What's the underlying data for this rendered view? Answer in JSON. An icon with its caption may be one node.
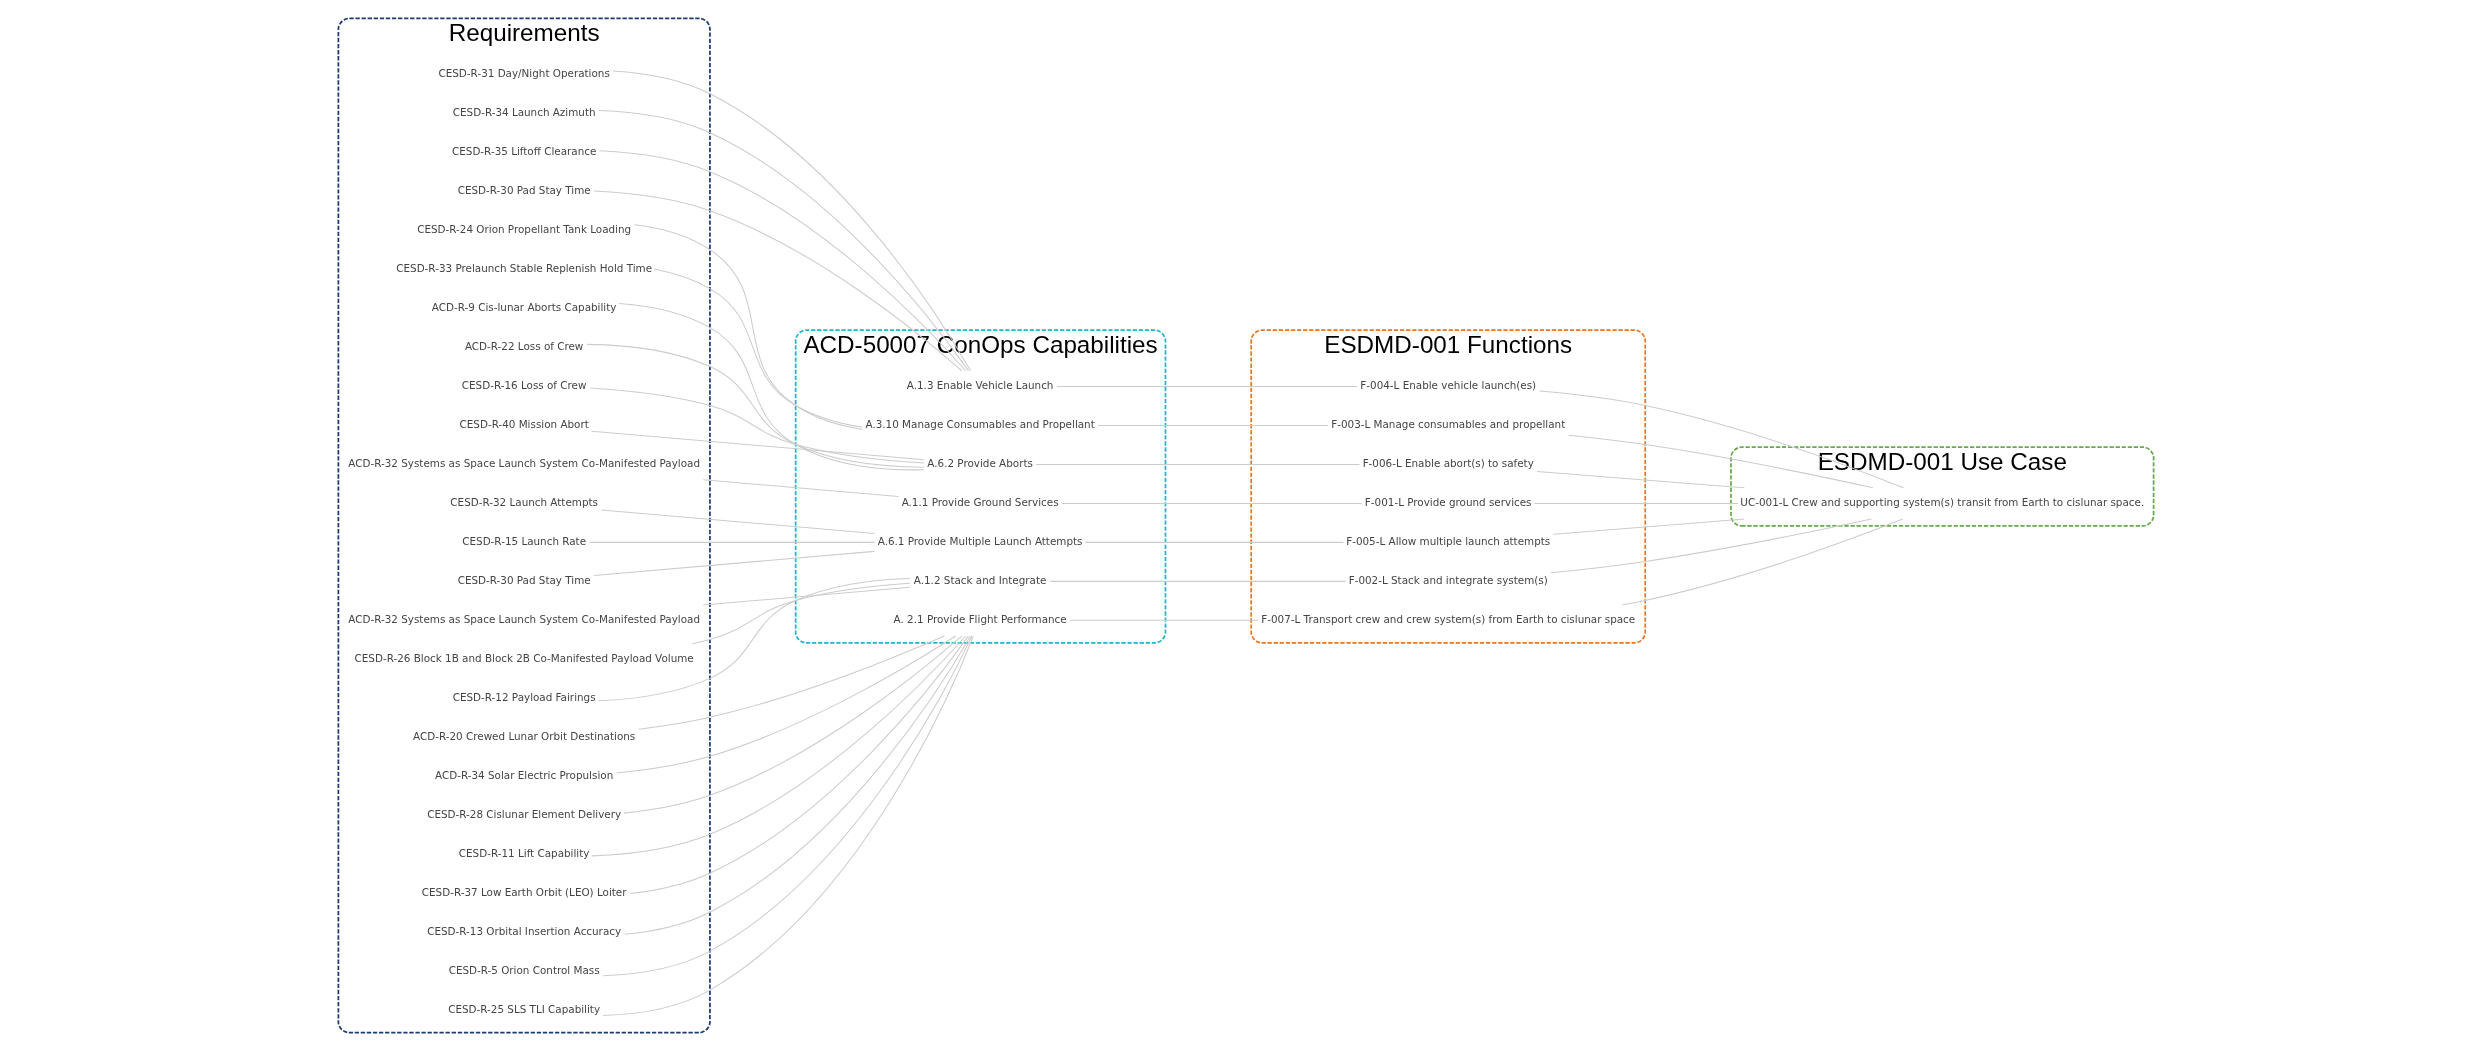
{
  "diagram": {
    "nodes": [
      {
        "text": [
          "Requirements"
        ]
      },
      {
        "text": [
          "ACD-50007 ConOps Capabilities"
        ]
      },
      {
        "text": [
          "ESDMD-001 Functions"
        ]
      },
      {
        "text": [
          "ESDMD-001 Use Case"
        ]
      },
      {
        "text": [
          "CESD-R-31 Day/Night Operations"
        ],
        "in": 0
      },
      {
        "text": [
          "CESD-R-34 Launch Azimuth"
        ],
        "in": 0
      },
      {
        "text": [
          "CESD-R-35 Liftoff Clearance"
        ],
        "in": 0
      },
      {
        "text": [
          "CESD-R-30 Pad Stay Time"
        ],
        "in": 0
      },
      {
        "text": [
          "CESD-R-24 Orion Propellant Tank Loading"
        ],
        "in": 0
      },
      {
        "text": [
          "CESD-R-33 Prelaunch Stable Replenish Hold Time"
        ],
        "in": 0
      },
      {
        "text": [
          "ACD-R-9 Cis-lunar Aborts Capability"
        ],
        "in": 0
      },
      {
        "text": [
          "ACD-R-22 Loss of Crew"
        ],
        "in": 0
      },
      {
        "text": [
          "CESD-R-16 Loss of Crew"
        ],
        "in": 0
      },
      {
        "text": [
          "CESD-R-40 Mission Abort"
        ],
        "in": 0
      },
      {
        "text": [
          "ACD-R-32 Systems as Space Launch System Co-Manifested Payload"
        ],
        "in": 0
      },
      {
        "text": [
          "CESD-R-32 Launch Attempts"
        ],
        "in": 0
      },
      {
        "text": [
          "CESD-R-15 Launch Rate"
        ],
        "in": 0
      },
      {
        "text": [
          "CESD-R-30 Pad Stay Time"
        ],
        "in": 0
      },
      {
        "text": [
          "ACD-R-32 Systems as Space Launch System Co-Manifested Payload"
        ],
        "in": 0
      },
      {
        "text": [
          "CESD-R-26 Block 1B and Block 2B Co-Manifested Payload Volume"
        ],
        "in": 0
      },
      {
        "text": [
          "CESD-R-12 Payload Fairings"
        ],
        "in": 0
      },
      {
        "text": [
          "ACD-R-20 Crewed Lunar Orbit Destinations"
        ],
        "in": 0
      },
      {
        "text": [
          "ACD-R-34 Solar Electric Propulsion"
        ],
        "in": 0
      },
      {
        "text": [
          "CESD-R-28 Cislunar Element Delivery"
        ],
        "in": 0
      },
      {
        "text": [
          "CESD-R-11 Lift Capability"
        ],
        "in": 0
      },
      {
        "text": [
          "CESD-R-37 Low Earth Orbit (LEO) Loiter"
        ],
        "in": 0
      },
      {
        "text": [
          "CESD-R-13 Orbital Insertion Accuracy"
        ],
        "in": 0
      },
      {
        "text": [
          "CESD-R-5 Orion Control Mass"
        ],
        "in": 0
      },
      {
        "text": [
          "CESD-R-25 SLS TLI Capability"
        ],
        "in": 0
      },
      {
        "text": [
          "A.1.3 Enable Vehicle Launch"
        ],
        "in": 1
      },
      {
        "text": [
          "A.3.10 Manage Consumables and Propellant"
        ],
        "in": 1
      },
      {
        "text": [
          "A.6.2 Provide Aborts"
        ],
        "in": 1
      },
      {
        "text": [
          "A.1.1 Provide Ground Services"
        ],
        "in": 1
      },
      {
        "text": [
          "A.6.1 Provide Multiple Launch Attempts"
        ],
        "in": 1
      },
      {
        "text": [
          "A.1.2 Stack and Integrate"
        ],
        "in": 1
      },
      {
        "text": [
          "A. 2.1 Provide Flight Performance"
        ],
        "in": 1
      },
      {
        "text": [
          "F-004-L Enable vehicle launch(es)"
        ],
        "in": 2
      },
      {
        "text": [
          "F-003-L Manage consumables and propellant"
        ],
        "in": 2
      },
      {
        "text": [
          "F-006-L Enable abort(s) to safety"
        ],
        "in": 2
      },
      {
        "text": [
          "F-001-L Provide ground services"
        ],
        "in": 2
      },
      {
        "text": [
          "F-005-L Allow multiple launch attempts"
        ],
        "in": 2
      },
      {
        "text": [
          "F-002-L Stack and integrate system(s)"
        ],
        "in": 2
      },
      {
        "text": [
          "F-007-L Transport crew and crew system(s) from Earth to cislunar space"
        ],
        "in": 2
      },
      {
        "text": [
          "UC-001-L Crew and supporting system(s) transit from Earth to cislunar space."
        ],
        "in": 3
      }
    ],
    "edges": [
      {
        "from": 4,
        "to": 29,
        "arrow": "none"
      },
      {
        "from": 5,
        "to": 29,
        "arrow": "none"
      },
      {
        "from": 6,
        "to": 29,
        "arrow": "none"
      },
      {
        "from": 7,
        "to": 29,
        "arrow": "none"
      },
      {
        "from": 8,
        "to": 30,
        "arrow": "none"
      },
      {
        "from": 9,
        "to": 30,
        "arrow": "none"
      },
      {
        "from": 10,
        "to": 31,
        "arrow": "none"
      },
      {
        "from": 11,
        "to": 31,
        "arrow": "none"
      },
      {
        "from": 12,
        "to": 31,
        "arrow": "none"
      },
      {
        "from": 13,
        "to": 31,
        "arrow": "none"
      },
      {
        "from": 14,
        "to": 32,
        "arrow": "none"
      },
      {
        "from": 15,
        "to": 33,
        "arrow": "none"
      },
      {
        "from": 16,
        "to": 33,
        "arrow": "none"
      },
      {
        "from": 17,
        "to": 33,
        "arrow": "none"
      },
      {
        "from": 18,
        "to": 34,
        "arrow": "none"
      },
      {
        "from": 19,
        "to": 34,
        "arrow": "none"
      },
      {
        "from": 20,
        "to": 34,
        "arrow": "none"
      },
      {
        "from": 21,
        "to": 35,
        "arrow": "none"
      },
      {
        "from": 22,
        "to": 35,
        "arrow": "none"
      },
      {
        "from": 23,
        "to": 35,
        "arrow": "none"
      },
      {
        "from": 24,
        "to": 35,
        "arrow": "none"
      },
      {
        "from": 25,
        "to": 35,
        "arrow": "none"
      },
      {
        "from": 26,
        "to": 35,
        "arrow": "none"
      },
      {
        "from": 27,
        "to": 35,
        "arrow": "none"
      },
      {
        "from": 28,
        "to": 35,
        "arrow": "none"
      },
      {
        "from": 29,
        "to": 36,
        "arrow": "none"
      },
      {
        "from": 30,
        "to": 37,
        "arrow": "none"
      },
      {
        "from": 31,
        "to": 38,
        "arrow": "none"
      },
      {
        "from": 32,
        "to": 39,
        "arrow": "none"
      },
      {
        "from": 33,
        "to": 40,
        "arrow": "none"
      },
      {
        "from": 34,
        "to": 41,
        "arrow": "none"
      },
      {
        "from": 35,
        "to": 42,
        "arrow": "none"
      },
      {
        "from": 36,
        "to": 43,
        "arrow": "none"
      },
      {
        "from": 37,
        "to": 43,
        "arrow": "none"
      },
      {
        "from": 38,
        "to": 43,
        "arrow": "none"
      },
      {
        "from": 39,
        "to": 43,
        "arrow": "none"
      },
      {
        "from": 40,
        "to": 43,
        "arrow": "none"
      },
      {
        "from": 41,
        "to": 43,
        "arrow": "none"
      },
      {
        "from": 42,
        "to": 43,
        "arrow": "none"
      }
    ]
  }
}
